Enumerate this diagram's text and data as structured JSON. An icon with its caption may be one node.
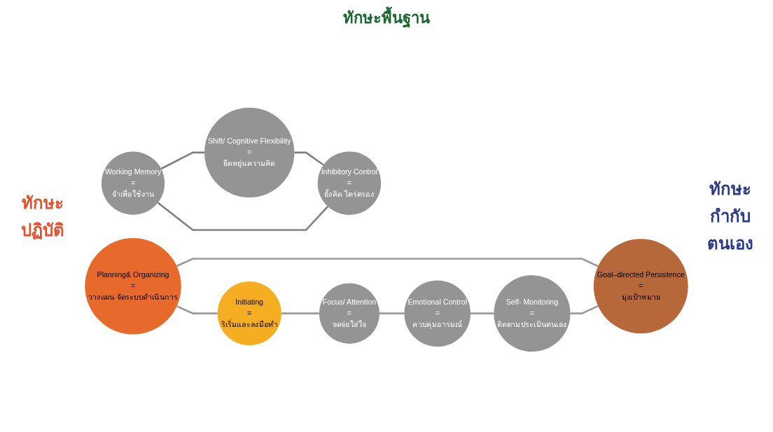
{
  "diagram": {
    "nodes": [
      {
        "text": [
          "Initiating",
          "=",
          "ริเริ่มและลงมือทำ"
        ]
      },
      {
        "text": [
          "Planning& Organizing",
          "=",
          "วางแผน จัดระบบดำเนินการ"
        ]
      },
      {
        "text": [
          "Goal–directed Persistence",
          "=",
          "มุ่งเป้าหมาย"
        ]
      },
      {
        "text": [
          "Working Memory",
          "=",
          "จำเพื่อใช้งาน"
        ]
      },
      {
        "text": [
          "Shift/ Cognitive Flexibility",
          "=",
          "ยืดหยุ่นความคิด"
        ]
      },
      {
        "text": [
          "Inhibitory Control",
          "=",
          "ยั้งคิด ไตร่ตรอง"
        ]
      },
      {
        "text": [
          "Focus/ Attention",
          "=",
          "จดจ่อใส่ใจ"
        ]
      },
      {
        "text": [
          "Emotional Control",
          "=",
          "ควบคุมอารมณ์"
        ]
      },
      {
        "text": [
          "Self- Monitoring",
          "=",
          "ติดตามประเมินตนเอง"
        ]
      }
    ],
    "edges": [
      {
        "from": 1,
        "to": 0,
        "arrow": "none"
      },
      {
        "from": 1,
        "to": 2,
        "arrow": "none"
      },
      {
        "from": 0,
        "to": 6,
        "arrow": "none"
      },
      {
        "from": 6,
        "to": 7,
        "arrow": "none"
      },
      {
        "from": 7,
        "to": 8,
        "arrow": "none"
      },
      {
        "from": 8,
        "to": 2,
        "arrow": "none"
      },
      {
        "from": 3,
        "to": 4,
        "arrow": "none",
        "color": "#808080"
      },
      {
        "from": 4,
        "to": 5,
        "arrow": "none",
        "color": "#808080"
      },
      {
        "from": 5,
        "to": 3,
        "arrow": "none",
        "color": "#808080"
      }
    ],
    "labels": [
      "ทักษะปฏิบัติ",
      "ทักษะพื้นฐาน",
      "ทักษะกำกับตนเอง"
    ]
  }
}
